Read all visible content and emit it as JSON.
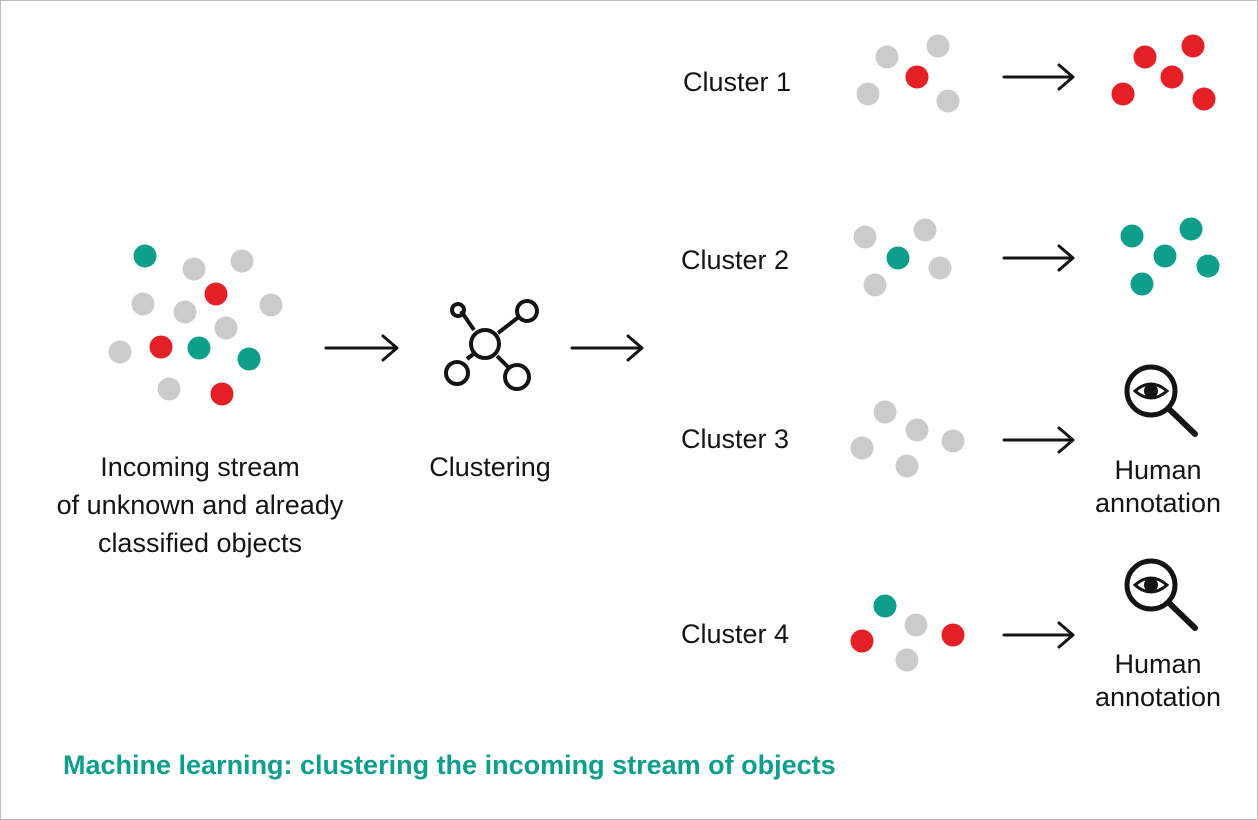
{
  "colors": {
    "gray": "#cbcbcb",
    "red": "#e41f26",
    "teal": "#0e9f8c",
    "ink": "#141414"
  },
  "input": {
    "label_lines": [
      "Incoming stream",
      "of unknown and already",
      "classified objects"
    ]
  },
  "clustering": {
    "label": "Clustering",
    "icon": "network-hub-icon"
  },
  "clusters": [
    {
      "label": "Cluster 1",
      "dots": [
        "gray",
        "gray",
        "red",
        "gray",
        "gray"
      ],
      "result": {
        "type": "dots",
        "dots": [
          "red",
          "red",
          "red",
          "red",
          "red"
        ]
      }
    },
    {
      "label": "Cluster 2",
      "dots": [
        "gray",
        "gray",
        "teal",
        "gray",
        "gray"
      ],
      "result": {
        "type": "dots",
        "dots": [
          "teal",
          "teal",
          "teal",
          "teal",
          "teal"
        ]
      }
    },
    {
      "label": "Cluster 3",
      "dots": [
        "gray",
        "gray",
        "gray",
        "gray",
        "gray"
      ],
      "result": {
        "type": "annotation",
        "icon": "magnifier-eye-icon",
        "label_lines": [
          "Human",
          "annotation"
        ]
      }
    },
    {
      "label": "Cluster 4",
      "dots": [
        "teal",
        "gray",
        "red",
        "red",
        "gray"
      ],
      "result": {
        "type": "annotation",
        "icon": "magnifier-eye-icon",
        "label_lines": [
          "Human",
          "annotation"
        ]
      }
    }
  ],
  "caption": "Machine learning: clustering the incoming stream of objects"
}
